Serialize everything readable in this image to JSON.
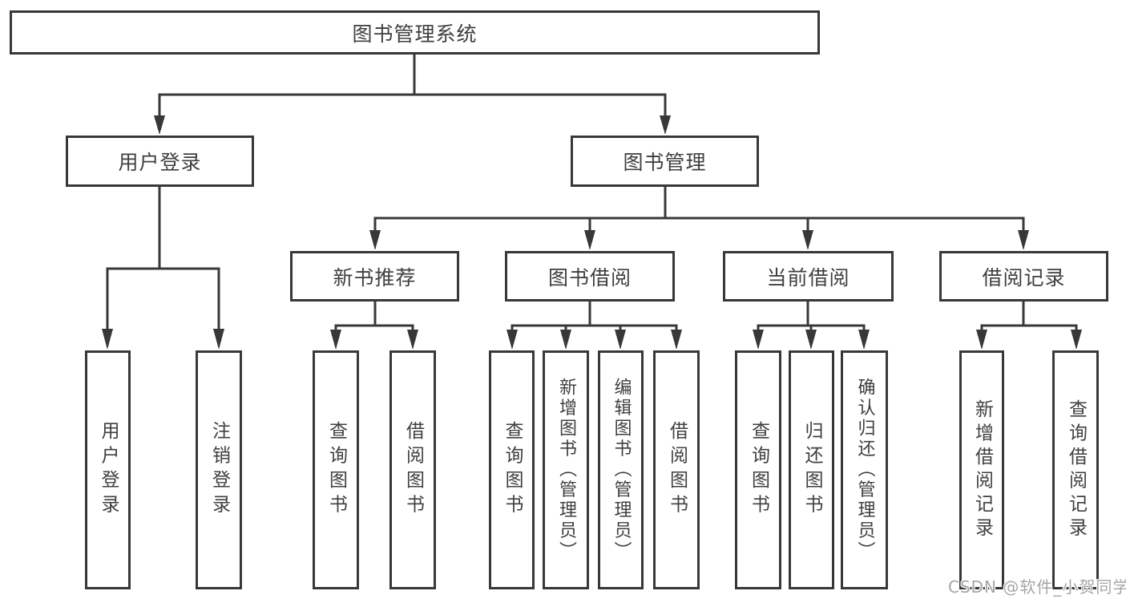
{
  "tree": {
    "label": "图书管理系统",
    "children": [
      {
        "label": "用户登录",
        "children": [
          {
            "label": "用户登录"
          },
          {
            "label": "注销登录"
          }
        ]
      },
      {
        "label": "图书管理",
        "children": [
          {
            "label": "新书推荐",
            "children": [
              {
                "label": "查询图书"
              },
              {
                "label": "借阅图书"
              }
            ]
          },
          {
            "label": "图书借阅",
            "children": [
              {
                "label": "查询图书"
              },
              {
                "label": "新增图书（管理员）"
              },
              {
                "label": "编辑图书（管理员）"
              },
              {
                "label": "借阅图书"
              }
            ]
          },
          {
            "label": "当前借阅",
            "children": [
              {
                "label": "查询图书"
              },
              {
                "label": "归还图书"
              },
              {
                "label": "确认归还（管理员）"
              }
            ]
          },
          {
            "label": "借阅记录",
            "children": [
              {
                "label": "新增借阅记录"
              },
              {
                "label": "查询借阅记录"
              }
            ]
          }
        ]
      }
    ]
  },
  "watermark": {
    "text": "CSDN @软件_小贺同学"
  },
  "colors": {
    "stroke": "#383838",
    "text": "#3f3f3f",
    "background": "#ffffff",
    "watermark": "#a6a6a6"
  }
}
